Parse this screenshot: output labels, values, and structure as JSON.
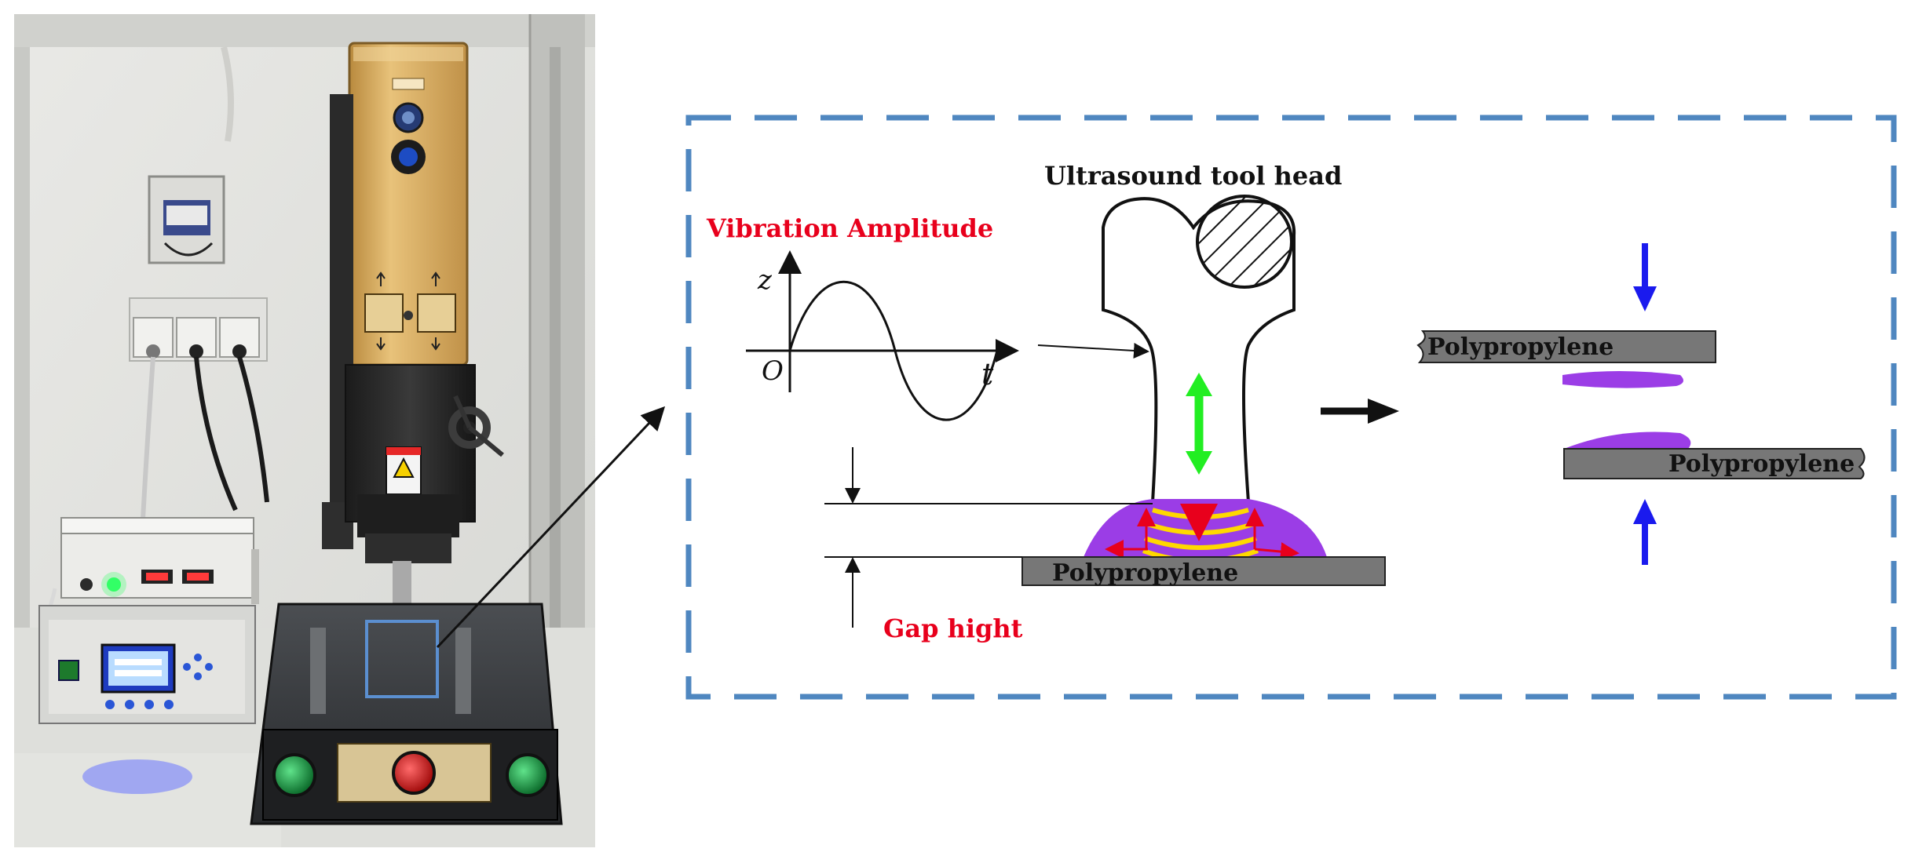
{
  "labels": {
    "tool_head": "Ultrasound tool head",
    "vibration": "Vibration Amplitude",
    "gap": "Gap hight",
    "axis_z": "z",
    "axis_t": "t",
    "origin": "O",
    "material_bottom": "Polypropylene",
    "material_top_right": "Polypropylene",
    "material_bottom_right": "Polypropylene"
  },
  "colors": {
    "frame_dash": "#4f87c0",
    "callout_box": "#5b8fd0",
    "label_red": "#e8001c",
    "melt_purple": "#9b3de6",
    "wave_yellow": "#ffd800",
    "vibration_green": "#22ee22",
    "pressure_blue": "#1a1aee",
    "plate_gray": "#777777",
    "machine_gold": "#d8ad5e"
  },
  "icons": {
    "sine_wave": "sine-wave-icon",
    "hatched_circle": "hatched-circle-icon",
    "double_arrow": "vertical-double-arrow-icon",
    "result_arrow": "right-arrow-icon"
  }
}
